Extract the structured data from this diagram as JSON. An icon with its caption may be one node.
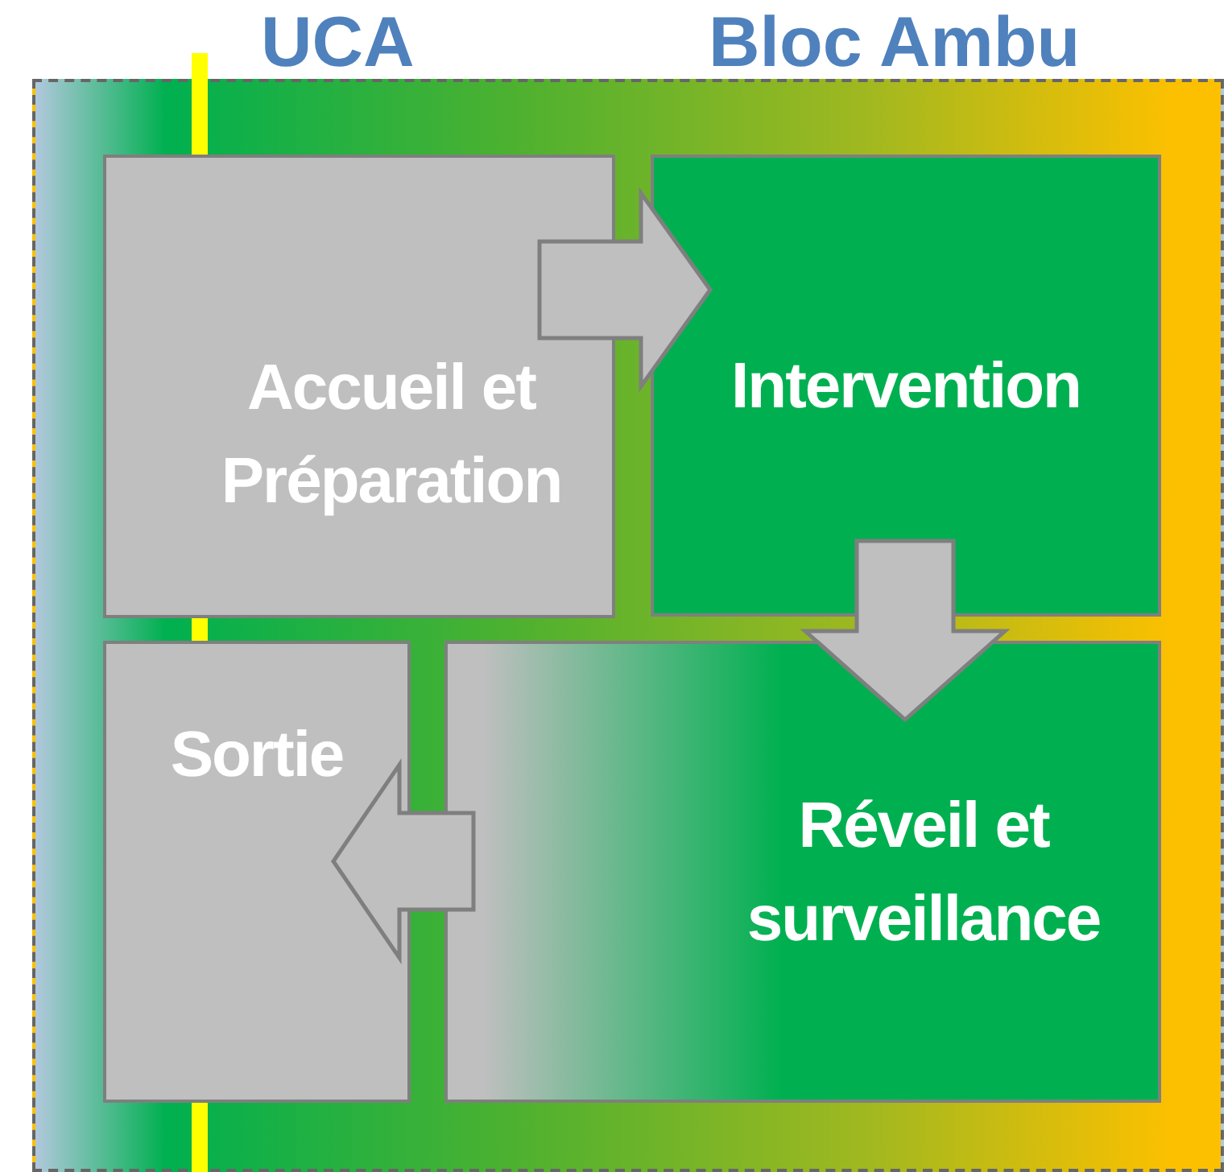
{
  "diagram": {
    "nodes": [
      {
        "text": [
          "Accueil et Préparation"
        ]
      },
      {
        "text": [
          "Intervention"
        ]
      },
      {
        "text": [
          "Réveil et surveillance"
        ]
      },
      {
        "text": [
          "Sortie"
        ]
      }
    ],
    "edges": [
      {
        "from": 0,
        "to": 1,
        "arrow": "to"
      },
      {
        "from": 1,
        "to": 2,
        "arrow": "to"
      },
      {
        "from": 2,
        "to": 3,
        "arrow": "to"
      }
    ],
    "labels": [
      "UCA",
      "Bloc Ambu"
    ]
  }
}
